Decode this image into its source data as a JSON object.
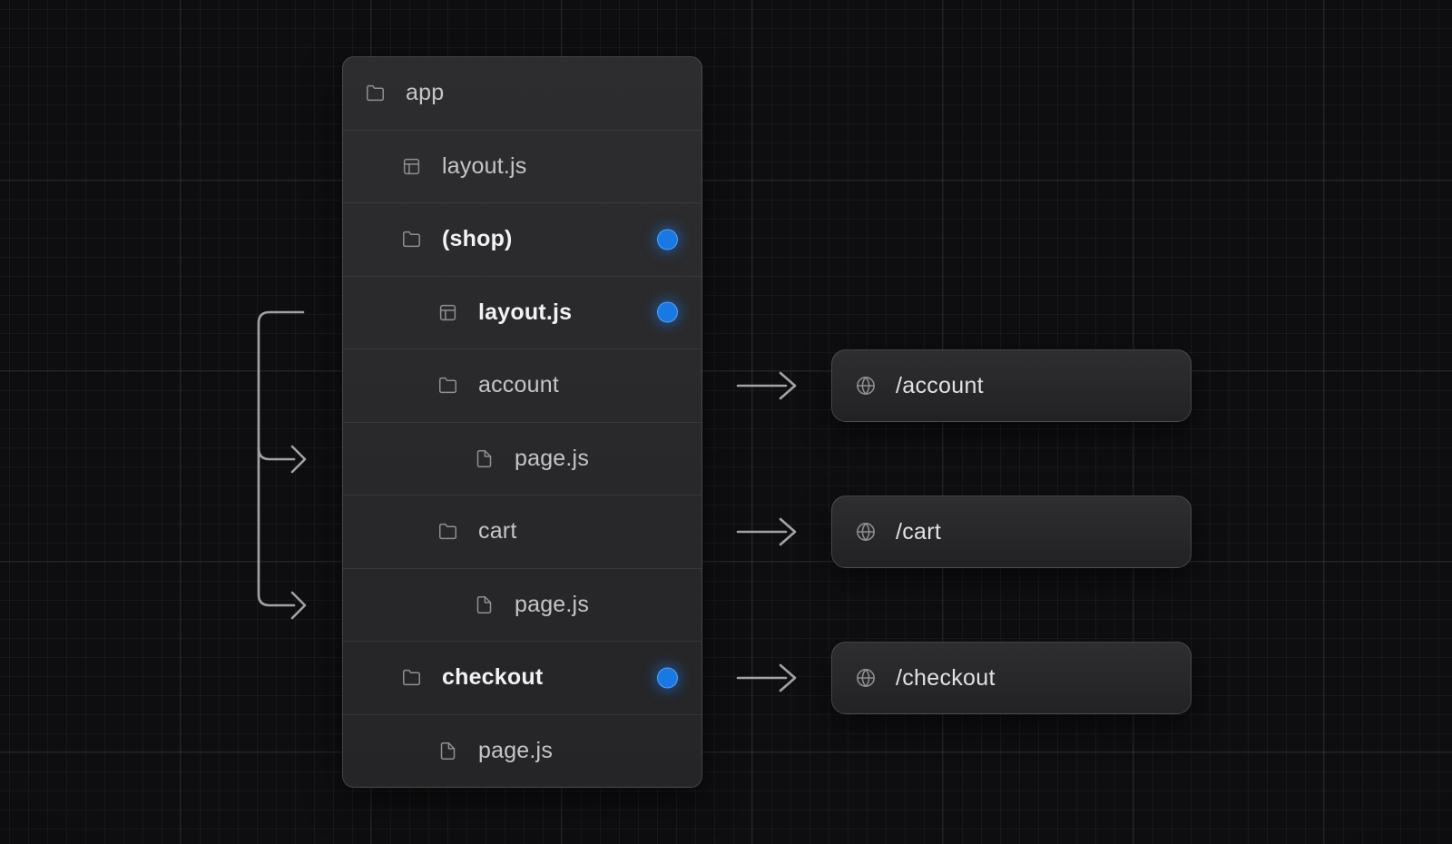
{
  "diagram_title": "route-groups-file-structure",
  "colors": {
    "background": "#0e0e10",
    "grid_line": "#1e1e20",
    "panel_background": "#29292b",
    "row_separator": "#3a3a3c",
    "text_regular": "#c6c6c9",
    "text_bold": "#f2f2f4",
    "icon_gray": "#909094",
    "connector_gray": "#a3a3a6",
    "active_dot_blue": "#1878e4",
    "route_box_background": "#28282b",
    "route_text": "#e2e2e5"
  },
  "tree": {
    "rows": [
      {
        "label": "app",
        "icon": "folder",
        "level": 0,
        "bold": false,
        "active_dot": false
      },
      {
        "label": "layout.js",
        "icon": "layout",
        "level": 1,
        "bold": false,
        "active_dot": false
      },
      {
        "label": "(shop)",
        "icon": "folder",
        "level": 1,
        "bold": true,
        "active_dot": true
      },
      {
        "label": "layout.js",
        "icon": "layout",
        "level": 2,
        "bold": true,
        "active_dot": true
      },
      {
        "label": "account",
        "icon": "folder",
        "level": 2,
        "bold": false,
        "active_dot": false
      },
      {
        "label": "page.js",
        "icon": "file",
        "level": 3,
        "bold": false,
        "active_dot": false
      },
      {
        "label": "cart",
        "icon": "folder",
        "level": 2,
        "bold": false,
        "active_dot": false
      },
      {
        "label": "page.js",
        "icon": "file",
        "level": 3,
        "bold": false,
        "active_dot": false
      },
      {
        "label": "checkout",
        "icon": "folder",
        "level": 1,
        "bold": true,
        "active_dot": true
      },
      {
        "label": "page.js",
        "icon": "file",
        "level": 2,
        "bold": false,
        "active_dot": false
      }
    ]
  },
  "routes": [
    {
      "label": "/account",
      "icon": "globe"
    },
    {
      "label": "/cart",
      "icon": "globe"
    },
    {
      "label": "/checkout",
      "icon": "globe"
    }
  ]
}
